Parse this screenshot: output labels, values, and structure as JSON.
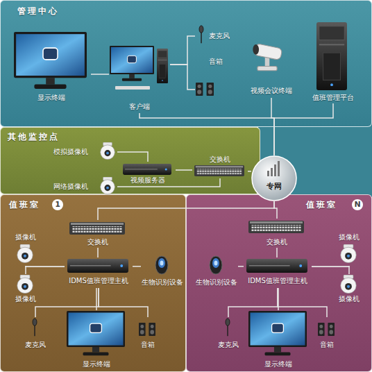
{
  "diagram": {
    "nodes": [
      {
        "text": [
          "管理中心"
        ]
      },
      {
        "text": [
          "显示终端"
        ],
        "in": 0
      },
      {
        "text": [
          "客户端"
        ],
        "in": 0
      },
      {
        "text": [
          "麦克风"
        ],
        "in": 0
      },
      {
        "text": [
          "音箱"
        ],
        "in": 0
      },
      {
        "text": [
          "视频会议终端"
        ],
        "in": 0
      },
      {
        "text": [
          "值班管理平台"
        ],
        "in": 0
      },
      {
        "text": [
          "其他监控点"
        ]
      },
      {
        "text": [
          "模拟摄像机"
        ],
        "in": 7
      },
      {
        "text": [
          "网络摄像机"
        ],
        "in": 7
      },
      {
        "text": [
          "视频服务器"
        ],
        "in": 7
      },
      {
        "text": [
          "交换机"
        ],
        "in": 7
      },
      {
        "text": [
          "专网"
        ]
      },
      {
        "text": [
          "值班室",
          "1"
        ]
      },
      {
        "text": [
          "交换机"
        ],
        "in": 13
      },
      {
        "text": [
          "摄像机"
        ],
        "in": 13
      },
      {
        "text": [
          "摄像机"
        ],
        "in": 13
      },
      {
        "text": [
          "IDMS值班管理主机"
        ],
        "in": 13
      },
      {
        "text": [
          "生物识别设备"
        ],
        "in": 13
      },
      {
        "text": [
          "麦克风"
        ],
        "in": 13
      },
      {
        "text": [
          "显示终端"
        ],
        "in": 13
      },
      {
        "text": [
          "音箱"
        ],
        "in": 13
      },
      {
        "text": [
          "值班室",
          "N"
        ]
      },
      {
        "text": [
          "交换机"
        ],
        "in": 22
      },
      {
        "text": [
          "摄像机"
        ],
        "in": 22
      },
      {
        "text": [
          "摄像机"
        ],
        "in": 22
      },
      {
        "text": [
          "IDMS值班管理主机"
        ],
        "in": 22
      },
      {
        "text": [
          "生物识别设备"
        ],
        "in": 22
      },
      {
        "text": [
          "麦克风"
        ],
        "in": 22
      },
      {
        "text": [
          "显示终端"
        ],
        "in": 22
      },
      {
        "text": [
          "音箱"
        ],
        "in": 22
      }
    ],
    "edges": [
      {
        "from": 2,
        "to": 1,
        "arrow": "none"
      },
      {
        "from": 2,
        "to": 3,
        "arrow": "none"
      },
      {
        "from": 2,
        "to": 4,
        "arrow": "none"
      },
      {
        "from": 2,
        "to": 12,
        "arrow": "none"
      },
      {
        "from": 5,
        "to": 12,
        "arrow": "none"
      },
      {
        "from": 6,
        "to": 12,
        "arrow": "none"
      },
      {
        "from": 8,
        "to": 10,
        "arrow": "none"
      },
      {
        "from": 9,
        "to": 11,
        "arrow": "none"
      },
      {
        "from": 10,
        "to": 11,
        "arrow": "none"
      },
      {
        "from": 11,
        "to": 12,
        "arrow": "none"
      },
      {
        "from": 12,
        "to": 14,
        "arrow": "none"
      },
      {
        "from": 12,
        "to": 23,
        "arrow": "none"
      },
      {
        "from": 14,
        "to": 17,
        "arrow": "none"
      },
      {
        "from": 15,
        "to": 17,
        "arrow": "none"
      },
      {
        "from": 16,
        "to": 17,
        "arrow": "none"
      },
      {
        "from": 18,
        "to": 17,
        "arrow": "none"
      },
      {
        "from": 17,
        "to": 19,
        "arrow": "none"
      },
      {
        "from": 17,
        "to": 20,
        "arrow": "none"
      },
      {
        "from": 17,
        "to": 21,
        "arrow": "none"
      },
      {
        "from": 23,
        "to": 26,
        "arrow": "none"
      },
      {
        "from": 24,
        "to": 26,
        "arrow": "none"
      },
      {
        "from": 25,
        "to": 26,
        "arrow": "none"
      },
      {
        "from": 27,
        "to": 26,
        "arrow": "none"
      },
      {
        "from": 26,
        "to": 28,
        "arrow": "none"
      },
      {
        "from": 26,
        "to": 29,
        "arrow": "none"
      },
      {
        "from": 26,
        "to": 30,
        "arrow": "none"
      }
    ]
  }
}
